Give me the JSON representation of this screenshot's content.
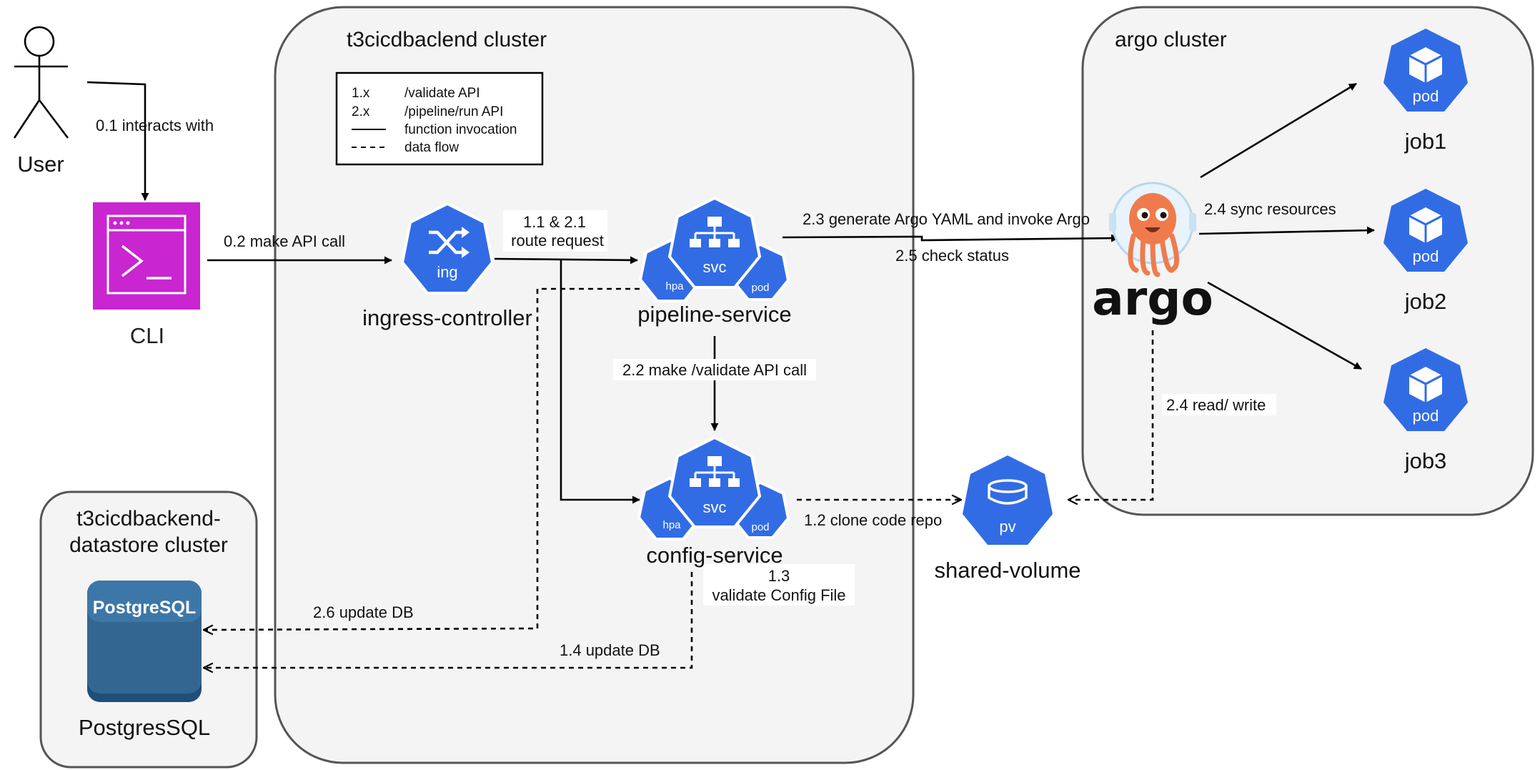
{
  "clusters": {
    "backend": "t3cicdbaclend cluster",
    "argo": "argo cluster",
    "datastore_line1": "t3cicdbackend-",
    "datastore_line2": "datastore cluster"
  },
  "legend": {
    "row1_key": "1.x",
    "row1_desc": "/validate API",
    "row2_key": "2.x",
    "row2_desc": "/pipeline/run API",
    "row3_desc": "function invocation",
    "row4_desc": "data flow"
  },
  "nodes": {
    "user": "User",
    "cli": "CLI",
    "ingress": "ingress-controller",
    "ingress_icon_text": "ing",
    "pipeline": "pipeline-service",
    "config": "config-service",
    "svc_text": "svc",
    "hpa_text": "hpa",
    "pod_text": "pod",
    "argo_logo_text": "argo",
    "job1": "job1",
    "job2": "job2",
    "job3": "job3",
    "shared_volume": "shared-volume",
    "pv_text": "pv",
    "postgres_logo_text": "PostgreSQL",
    "postgres": "PostgresSQL"
  },
  "edges": {
    "e01": "0.1 interacts with",
    "e02": "0.2 make API call",
    "e11_line1": "1.1 & 2.1",
    "e11_line2": "route request",
    "e12": "1.2 clone code repo",
    "e13_line1": "1.3",
    "e13_line2": "validate Config File",
    "e14": "1.4 update DB",
    "e22": "2.2 make /validate API call",
    "e23": "2.3 generate Argo YAML and invoke Argo",
    "e24_sync": "2.4 sync resources",
    "e24_rw": "2.4 read/ write",
    "e25": "2.5 check status",
    "e26": "2.6 update DB"
  },
  "colors": {
    "kubernetes_blue": "#326ce5",
    "cli_magenta": "#c925d1",
    "postgres_blue": "#336791",
    "argo_orange": "#ef7b4d",
    "cluster_fill": "#f4f4f4"
  }
}
